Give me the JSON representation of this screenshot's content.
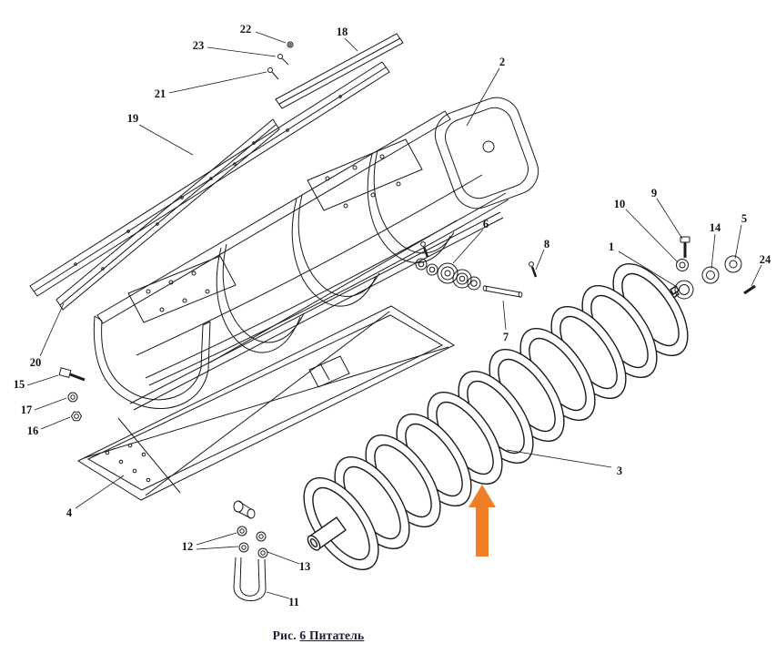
{
  "figure": {
    "caption_prefix": "Рис. ",
    "caption_title": "6  Питатель"
  },
  "callouts": [
    "1",
    "2",
    "3",
    "4",
    "5",
    "6",
    "7",
    "8",
    "9",
    "10",
    "11",
    "12",
    "13",
    "14",
    "15",
    "16",
    "17",
    "18",
    "19",
    "20",
    "21",
    "22",
    "23",
    "24"
  ],
  "highlight": {
    "arrow_color": "#F07E26"
  },
  "diagram": {
    "line_color": "#1a1a1a",
    "background": "#ffffff"
  }
}
